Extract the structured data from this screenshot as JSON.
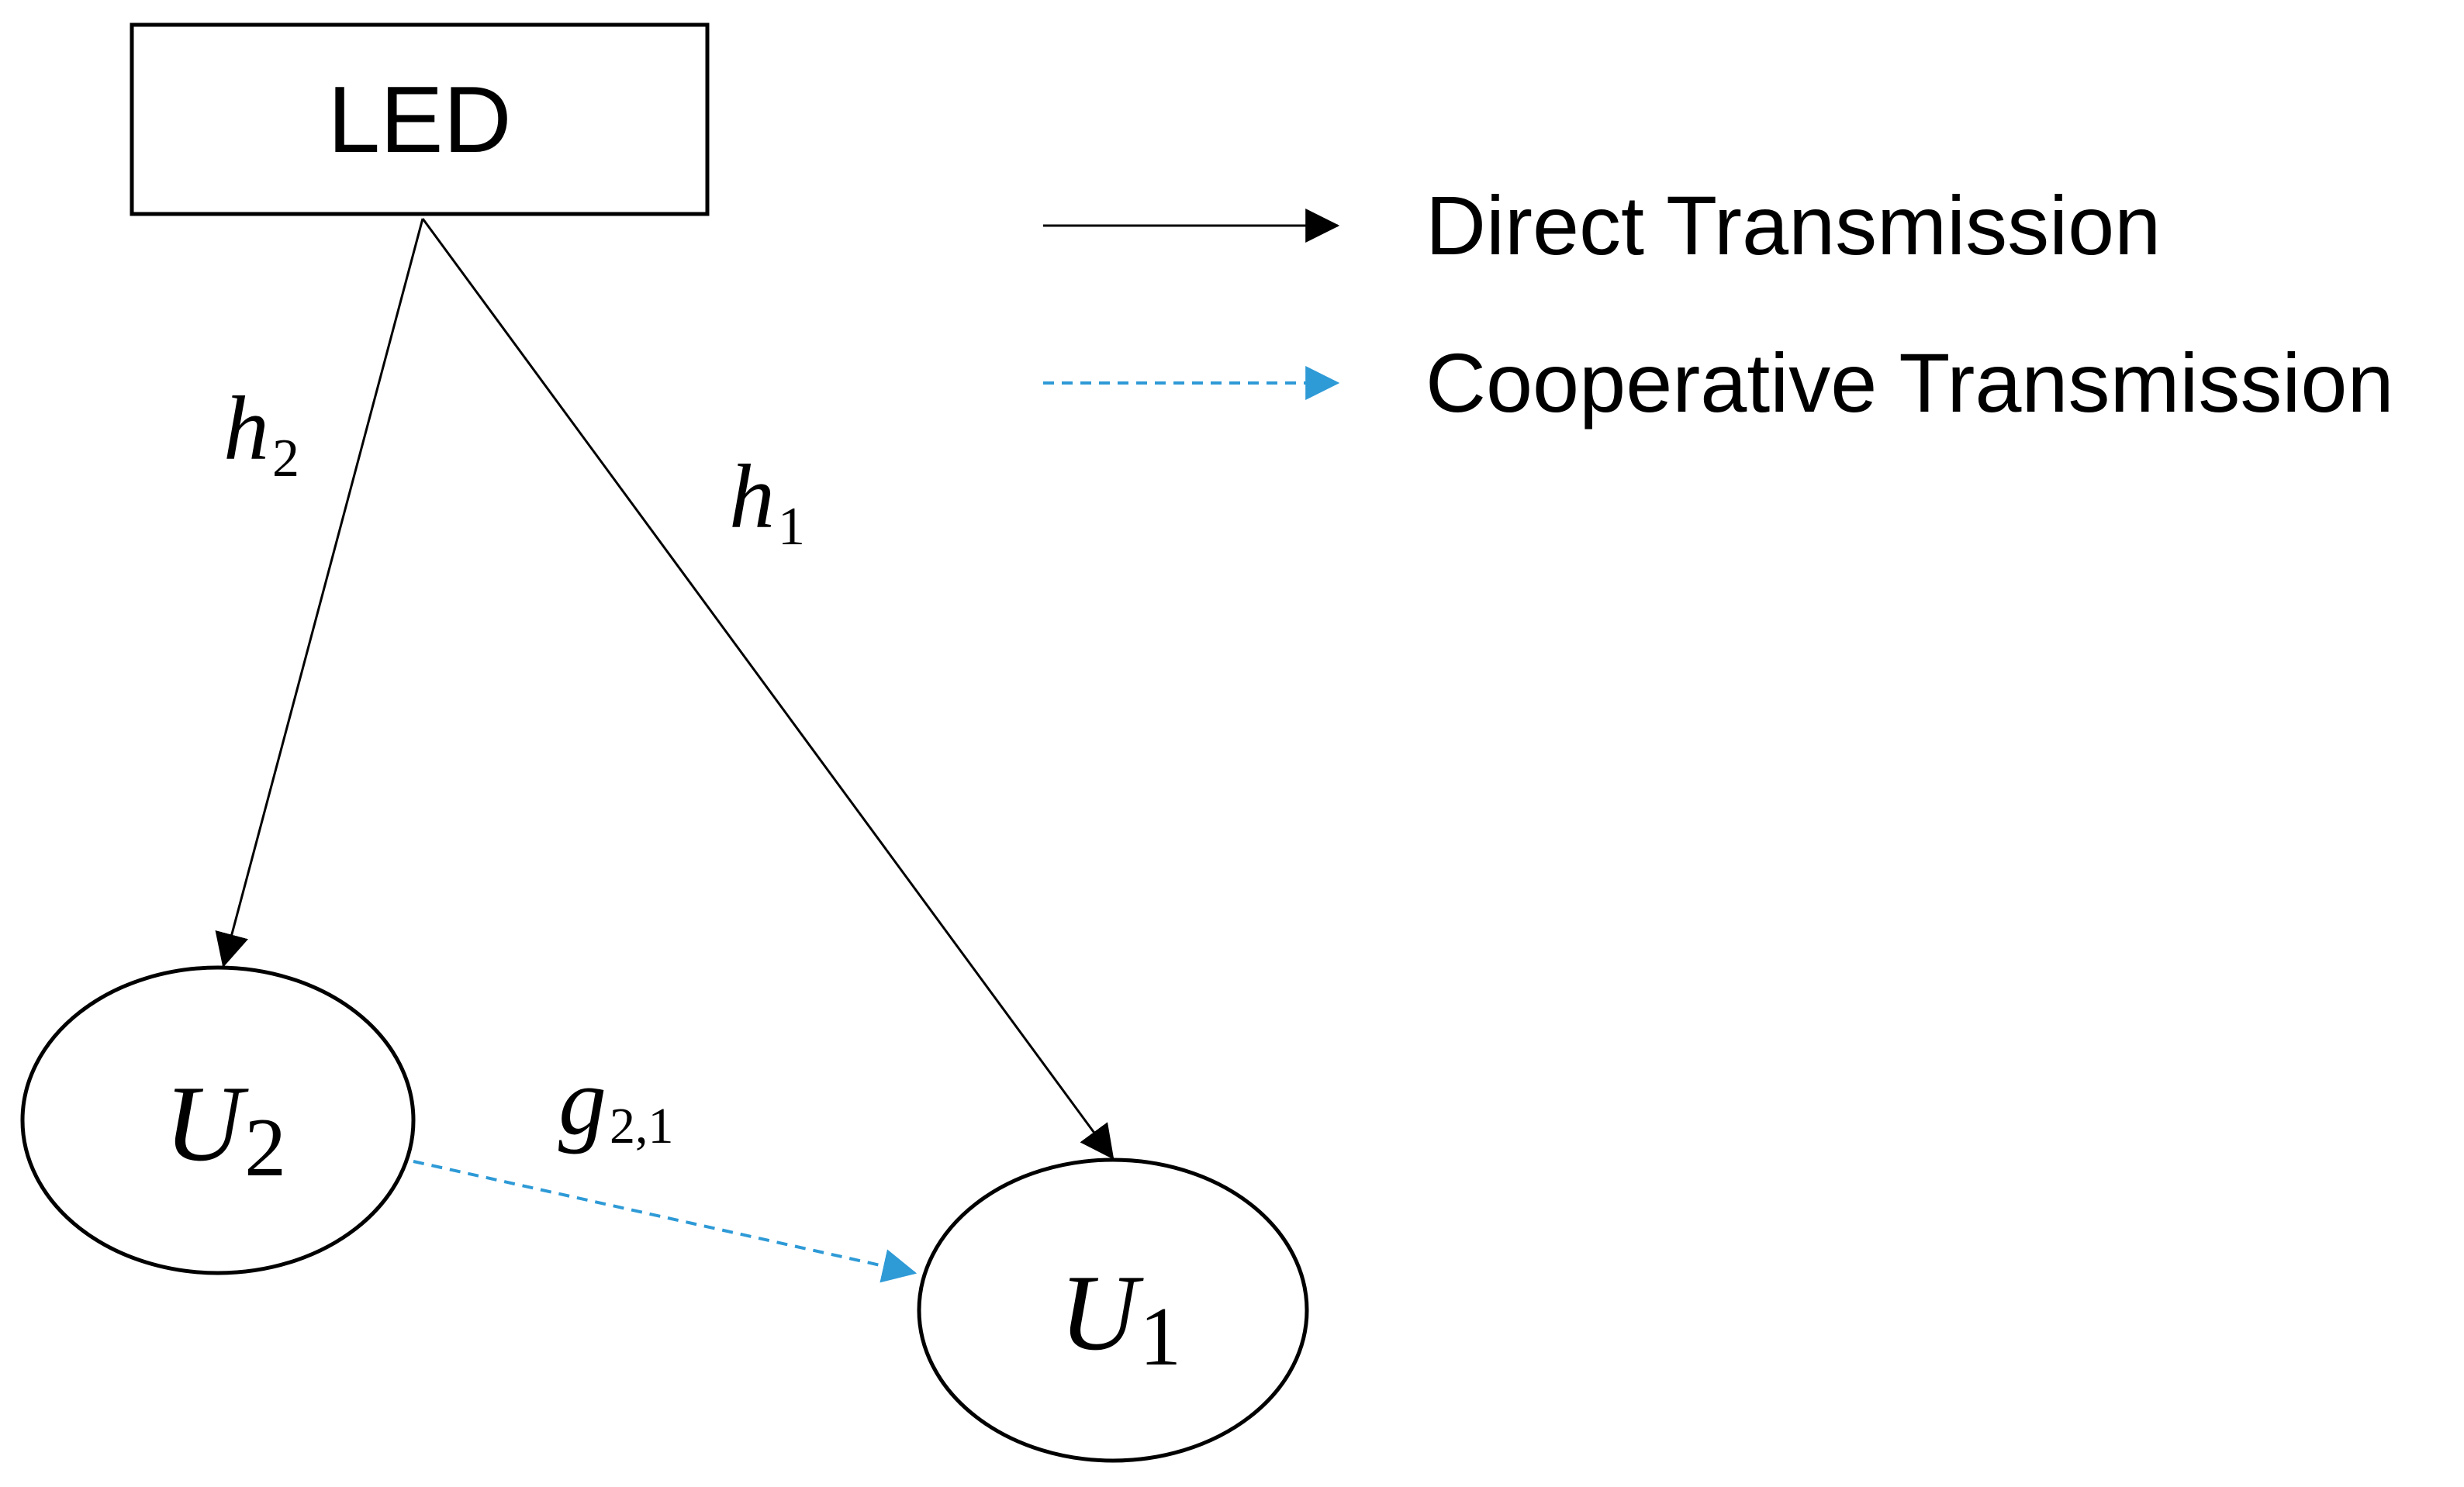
{
  "diagram": {
    "nodes": {
      "led": {
        "label": "LED"
      },
      "u2": {
        "label_main": "U",
        "label_sub": "2"
      },
      "u1": {
        "label_main": "U",
        "label_sub": "1"
      }
    },
    "edges": {
      "led_to_u2": {
        "label_main": "h",
        "label_sub": "2",
        "style": "solid"
      },
      "led_to_u1": {
        "label_main": "h",
        "label_sub": "1",
        "style": "solid"
      },
      "u2_to_u1": {
        "label_main": "g",
        "label_sub": "2,1",
        "style": "dashed"
      }
    },
    "legend": [
      {
        "label": "Direct Transmission",
        "style": "solid"
      },
      {
        "label": "Cooperative Transmission",
        "style": "dashed"
      }
    ]
  },
  "colors": {
    "stroke": "#000000",
    "cooperative": "#2e9ad6",
    "background": "#ffffff"
  }
}
